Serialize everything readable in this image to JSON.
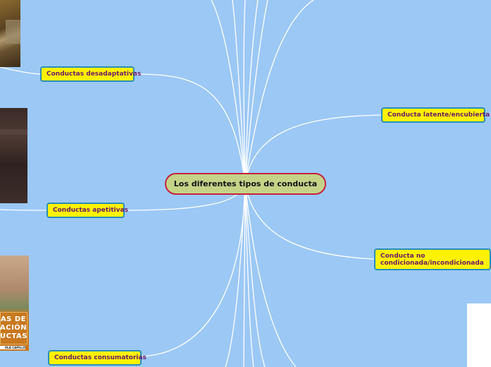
{
  "diagram": {
    "central": {
      "label": "Los diferentes tipos de conducta"
    },
    "branches": [
      {
        "id": "desadaptativas",
        "label": "Conductas desadaptativas"
      },
      {
        "id": "apetitivas",
        "label": "Conductas apetitivas"
      },
      {
        "id": "consumatorias",
        "label": "Conductas consumatorias"
      },
      {
        "id": "latente",
        "label": "Conducta latente/encubierta"
      },
      {
        "id": "no-condicionada",
        "label": "Conducta no condicionada/incondicionada"
      }
    ],
    "book_cover": {
      "title_lines": [
        "AS DE",
        "ACIÓN",
        "UCTAS"
      ],
      "author": "OLA CAPILLO"
    }
  },
  "colors": {
    "background": "#9cc8f5",
    "branch_fill": "#fff200",
    "branch_border": "#2a8fb8",
    "branch_text": "#6a1a6a",
    "central_fill": "#c5d388",
    "central_border": "#c4223e",
    "connector": "#ffffff"
  }
}
